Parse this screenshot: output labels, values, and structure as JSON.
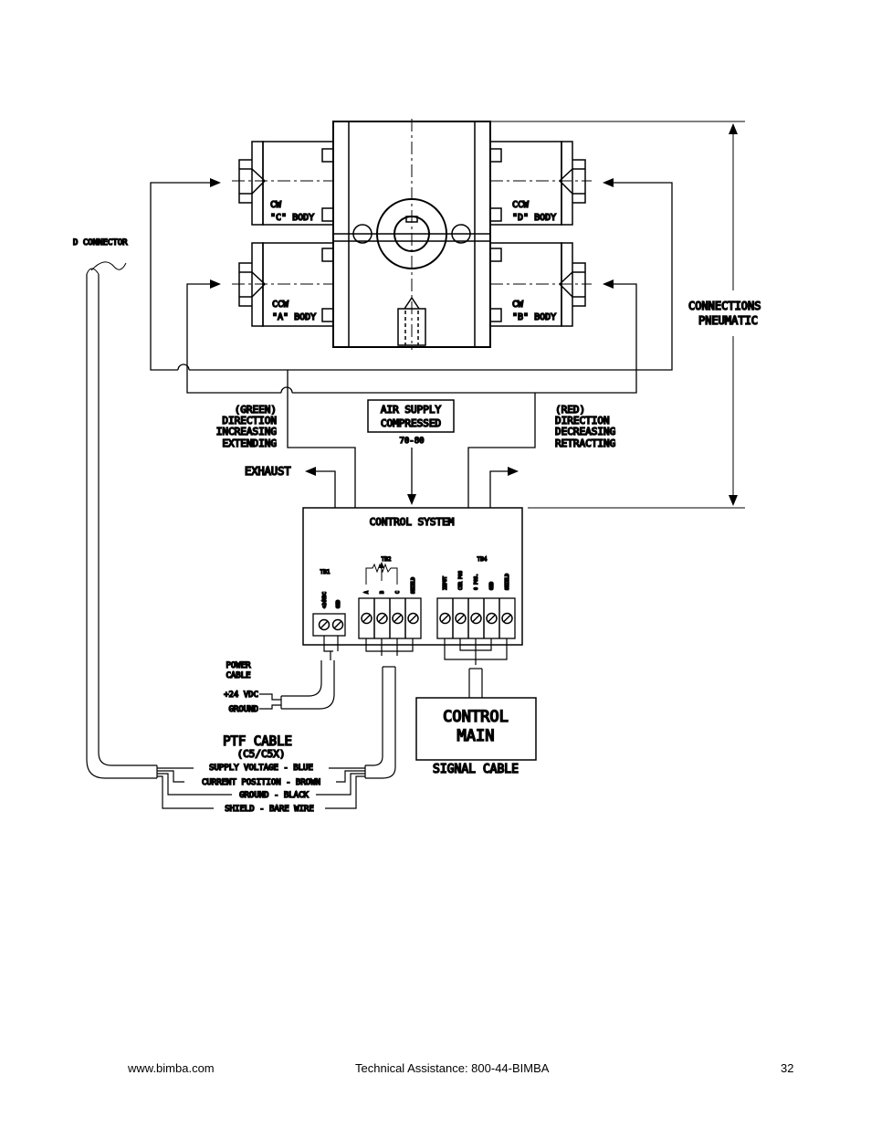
{
  "labels": {
    "d_connector": "D CONNECTOR",
    "cw_c_top": "CW",
    "cw_c_bottom": "\"C\" BODY",
    "ccw_d_top": "CCW",
    "ccw_d_bottom": "\"D\" BODY",
    "ccw_a_top": "CCW",
    "ccw_a_bottom": "\"A\" BODY",
    "cw_b_top": "CW",
    "cw_b_bottom": "\"B\" BODY",
    "connections_line1": "CONNECTIONS",
    "connections_line2": "PNEUMATIC",
    "green_line1": "(GREEN)",
    "green_line2": "DIRECTION",
    "green_line3": "INCREASING",
    "green_line4": "EXTENDING",
    "red_line1": "(RED)",
    "red_line2": "DIRECTION",
    "red_line3": "DECREASING",
    "red_line4": "RETRACTING",
    "air_supply_line1": "AIR SUPPLY",
    "air_supply_line2": "COMPRESSED",
    "pressure": "70-80",
    "exhaust": "EXHAUST",
    "control_system": "CONTROL SYSTEM",
    "tb1": "TB1",
    "tb2": "TB2",
    "tb4": "TB4",
    "tb1_pins": [
      "+24VDC",
      "GND"
    ],
    "tb2_pins": [
      "A",
      "B",
      "C",
      "SHIELD"
    ],
    "tb4_pins": [
      "INPUT",
      "CUR POS",
      "0 POS.",
      "GND",
      "SHIELD"
    ],
    "power_cable_line1": "POWER",
    "power_cable_line2": "CABLE",
    "plus24vdc": "+24 VDC",
    "ground": "GROUND",
    "control_main_line1": "CONTROL",
    "control_main_line2": "MAIN",
    "signal_cable": "SIGNAL CABLE",
    "ptf_cable_line1": "PTF CABLE",
    "ptf_cable_line2": "(C5/C5X)",
    "wire_supply": "SUPPLY VOLTAGE - BLUE",
    "wire_position": "CURRENT POSITION - BROWN",
    "wire_ground": "GROUND - BLACK",
    "wire_shield": "SHIELD - BARE WIRE"
  },
  "footer": {
    "website": "www.bimba.com",
    "tech_assist": "Technical Assistance: 800-44-BIMBA",
    "page": "32"
  }
}
